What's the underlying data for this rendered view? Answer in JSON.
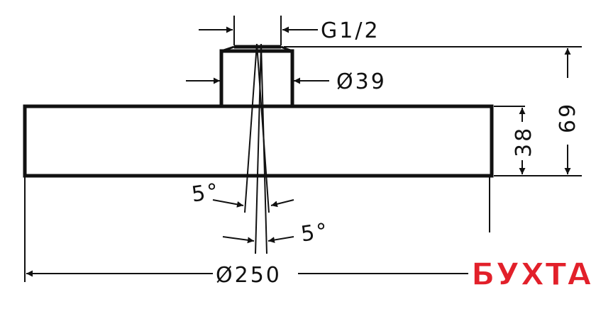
{
  "dimensions": {
    "thread": "G1/2",
    "connector_diameter": "Ø39",
    "height_total": "69",
    "height_body": "38",
    "angle_left": "5°",
    "angle_right": "5°",
    "diameter": "Ø250"
  },
  "watermark": {
    "text": "БУХТА",
    "color": "#e2202a"
  },
  "colors": {
    "line": "#111111",
    "background": "#ffffff"
  }
}
